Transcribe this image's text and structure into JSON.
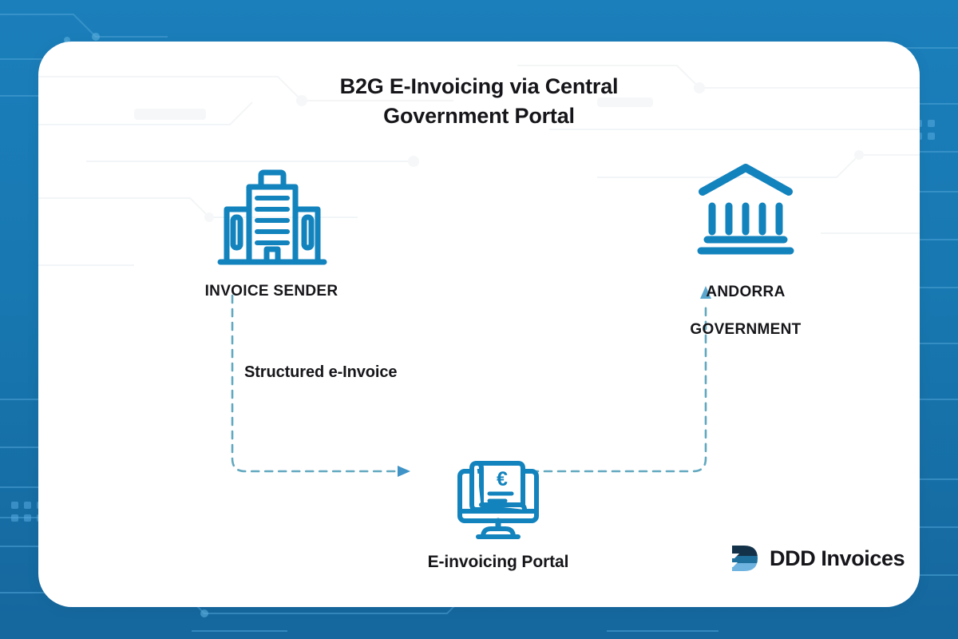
{
  "page": {
    "title": "B2G E-Invoicing via Central Government Portal",
    "title_line1": "B2G E-Invoicing via Central",
    "title_line2": "Government Portal"
  },
  "colors": {
    "background_blue": "#1a7ab4",
    "background_blue_dark": "#15679d",
    "card_white": "#ffffff",
    "icon_blue": "#1283bd",
    "icon_blue_dark": "#0f6fa3",
    "connector_teal": "#62a8bf",
    "text_dark": "#16161a",
    "logo_navy": "#13324a",
    "logo_mid_blue": "#1f6f9c",
    "logo_light_blue": "#6fb3e0"
  },
  "nodes": [
    {
      "id": "invoice-sender",
      "label": "INVOICE SENDER",
      "icon": "office-building-icon"
    },
    {
      "id": "andorra-government",
      "label": "ANDORRA\nGOVERNMENT",
      "label_line1": "ANDORRA",
      "label_line2": "GOVERNMENT",
      "icon": "government-bank-icon"
    },
    {
      "id": "e-invoicing-portal",
      "label": "E-invoicing Portal",
      "icon": "monitor-invoice-euro-icon"
    }
  ],
  "connector": {
    "label": "Structured e-Invoice",
    "style": "dashed",
    "from": "invoice-sender",
    "through": "e-invoicing-portal",
    "to": "andorra-government"
  },
  "logo": {
    "text": "DDD Invoices",
    "mark": "ddd-invoices-logo-icon"
  }
}
